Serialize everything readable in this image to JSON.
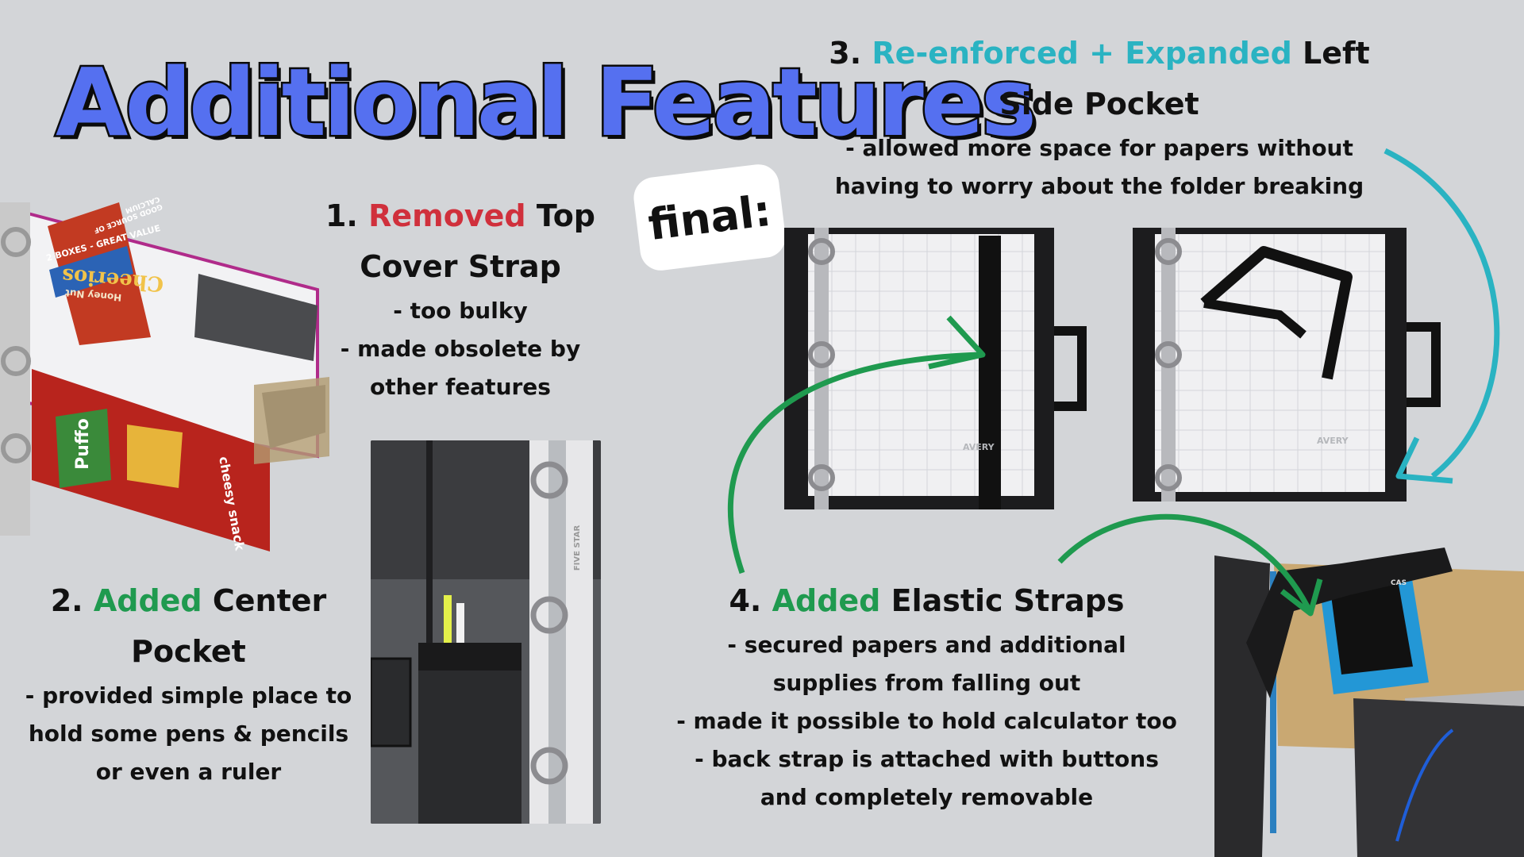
{
  "title": "Additional Features",
  "badge": "final:",
  "sections": {
    "s1": {
      "num": "1.",
      "highlight": "Removed",
      "rest1": "Top",
      "line2": "Cover Strap",
      "notes": [
        "- too bulky",
        "- made obsolete by",
        "other features"
      ]
    },
    "s2": {
      "num": "2.",
      "highlight": "Added",
      "rest1": "Center",
      "line2": "Pocket",
      "notes": [
        "- provided simple place to",
        "hold some pens & pencils",
        "or even a ruler"
      ]
    },
    "s3": {
      "num": "3.",
      "highlight": "Re-enforced + Expanded",
      "rest1": "Left",
      "line2": "Side Pocket",
      "notes": [
        "- allowed more space for papers without",
        "having to worry about the folder breaking"
      ]
    },
    "s4": {
      "num": "4.",
      "highlight": "Added",
      "rest1": "Elastic Straps",
      "notes": [
        "- secured papers and additional",
        "supplies from falling out",
        "- made it possible to hold calculator too",
        "- back strap is attached with buttons",
        "and completely removable"
      ]
    }
  },
  "colors": {
    "title_fill": "#5570f0",
    "removed": "#d0303c",
    "added": "#1f9a4f",
    "reenforced": "#2ab3c2",
    "arrow_green": "#1f9a4f",
    "arrow_teal": "#2ab3c2"
  },
  "photo_text": {
    "cereal_brand": "Cheerios",
    "cereal_flavor": "Honey Nut",
    "cereal_tag": "2 BOXES - GREAT VALUE",
    "cereal_calcium": "GOOD SOURCE OF CALCIUM",
    "crackers_brand": "Puffo",
    "crackers_tag": "cheesy snack",
    "folder_brand_1": "AVERY",
    "folder_brand_2": "AVERY",
    "calculator_label": "CAS",
    "binder_spine": "FIVE STAR"
  }
}
